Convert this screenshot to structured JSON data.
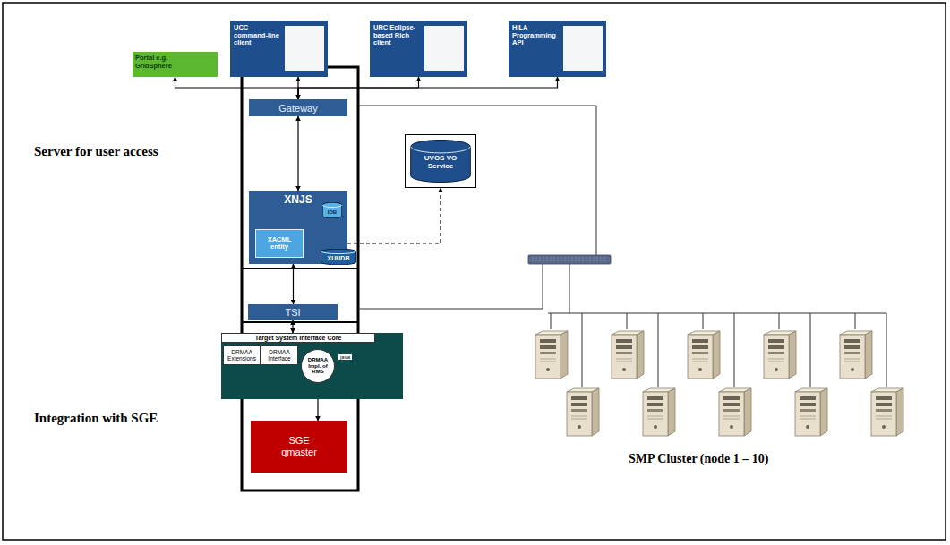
{
  "diagram": {
    "nodes": [
      {
        "text": [
          "Portal e.g. GridSphere"
        ]
      },
      {
        "text": [
          "UCC command-line client"
        ]
      },
      {
        "text": [
          "URC Eclipse-based Rich client"
        ]
      },
      {
        "text": [
          "HiLA Programming API"
        ]
      },
      {
        "text": [
          "Gateway"
        ]
      },
      {
        "text": [
          "XNJS"
        ]
      },
      {
        "text": [
          "IDB"
        ],
        "in": 5
      },
      {
        "text": [
          "XACML entity"
        ],
        "in": 5
      },
      {
        "text": [
          "XUUDB"
        ]
      },
      {
        "text": [
          "UVOS VO Service"
        ]
      },
      {
        "text": [
          "TSI"
        ]
      },
      {
        "text": [
          "Target System Interface Core",
          "java"
        ]
      },
      {
        "text": [
          "DRMAA Extensions"
        ],
        "in": 11
      },
      {
        "text": [
          "DRMAA Interface"
        ],
        "in": 11
      },
      {
        "text": [
          "DRMAA Impl. of RMS"
        ],
        "in": 11
      },
      {
        "text": [
          "SGE qmaster"
        ]
      }
    ],
    "edges": [
      {
        "from": 4,
        "to": 0,
        "arrow": "to"
      },
      {
        "from": 4,
        "to": 1,
        "arrow": "both"
      },
      {
        "from": 4,
        "to": 2,
        "arrow": "to"
      },
      {
        "from": 4,
        "to": 3,
        "arrow": "to"
      },
      {
        "from": 4,
        "to": 5,
        "arrow": "both"
      },
      {
        "from": 7,
        "to": 8,
        "arrow": "both"
      },
      {
        "from": 7,
        "to": 9,
        "arrow": "to"
      },
      {
        "from": 5,
        "to": 10,
        "arrow": "both"
      },
      {
        "from": 10,
        "to": 11,
        "arrow": "both"
      },
      {
        "from": 14,
        "to": 15,
        "arrow": "both"
      }
    ],
    "labels": [
      "Server for user access",
      "Integration with SGE",
      "SMP Cluster (node 1 – 10)"
    ]
  }
}
